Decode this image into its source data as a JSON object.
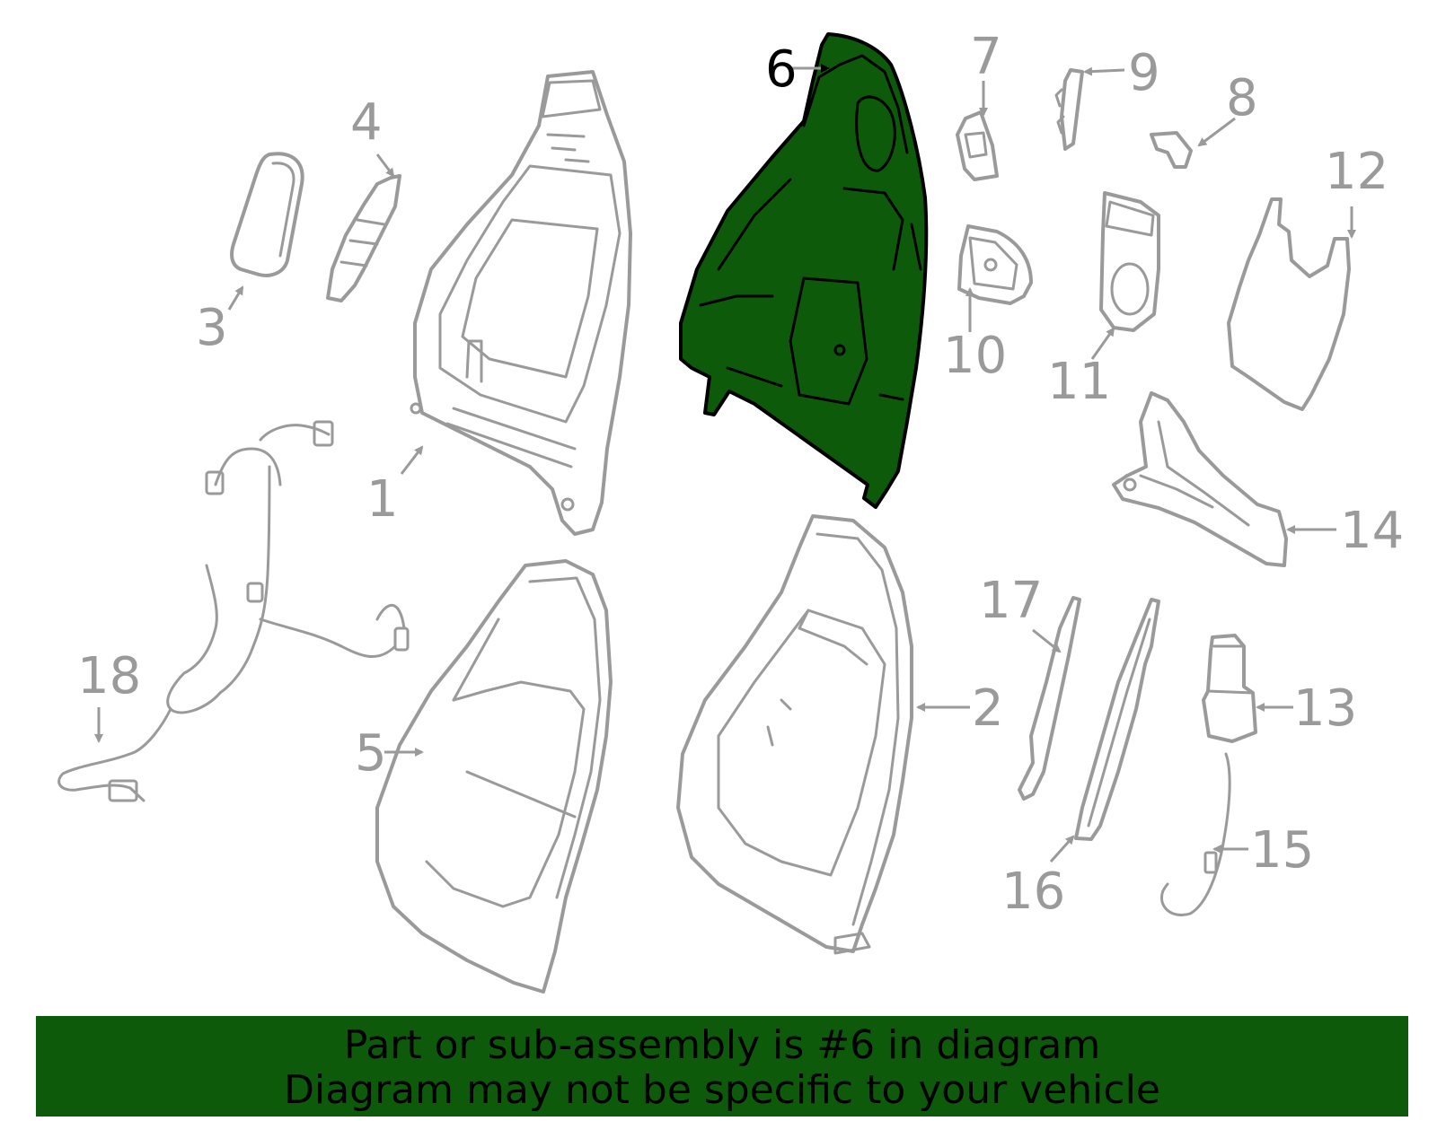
{
  "diagram": {
    "highlight_color": "#0e5a0b",
    "part_color": "#9a9a9a",
    "highlighted_part": "6",
    "callouts": [
      "1",
      "2",
      "3",
      "4",
      "5",
      "6",
      "7",
      "8",
      "9",
      "10",
      "11",
      "12",
      "13",
      "14",
      "15",
      "16",
      "17",
      "18"
    ]
  },
  "banner": {
    "line1": "Part or sub-assembly is #6 in diagram",
    "line2": "Diagram may not be specific to your vehicle"
  }
}
